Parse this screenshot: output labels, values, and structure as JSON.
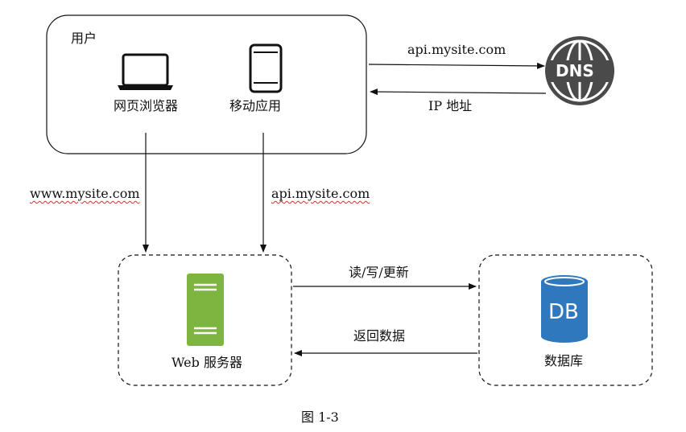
{
  "users_box": {
    "title": "用户",
    "browser_label": "网页浏览器",
    "mobile_label": "移动应用"
  },
  "dns": {
    "icon_text": "DNS",
    "request_label": "api.mysite.com",
    "response_label": "IP 地址"
  },
  "browser_request_label": "www.mysite.com",
  "mobile_request_label": "api.mysite.com",
  "web_server": {
    "label": "Web 服务器"
  },
  "database": {
    "icon_text": "DB",
    "label": "数据库"
  },
  "server_to_db_label": "读/写/更新",
  "db_to_server_label": "返回数据",
  "caption": "图 1-3",
  "colors": {
    "server_green": "#7db53f",
    "db_blue": "#2f78be",
    "dns_gray": "#4a4a4a"
  }
}
